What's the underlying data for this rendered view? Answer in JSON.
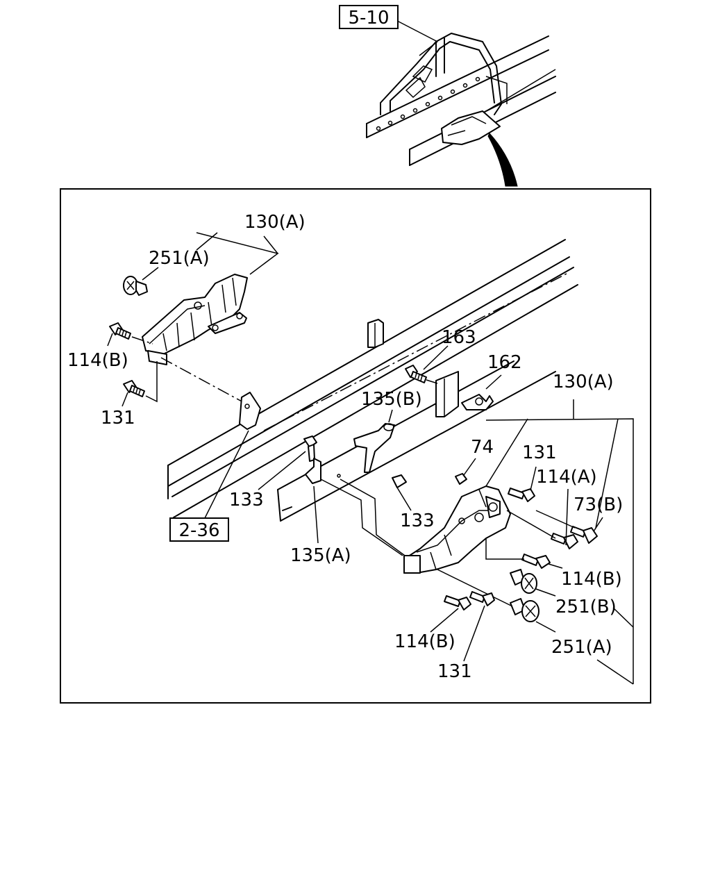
{
  "refs": {
    "ref_5_10": "5-10",
    "ref_2_36": "2-36"
  },
  "labels": {
    "l130a_top": "130(A)",
    "l251a_top": "251(A)",
    "l114b_left": "114(B)",
    "l131_left": "131",
    "l163": "163",
    "l162": "162",
    "l135b": "135(B)",
    "l130a_right": "130(A)",
    "l74": "74",
    "l131_right": "131",
    "l114a": "114(A)",
    "l73b": "73(B)",
    "l133_left": "133",
    "l133_mid": "133",
    "l135a": "135(A)",
    "l114b_right": "114(B)",
    "l251b": "251(B)",
    "l251a_bottom": "251(A)",
    "l114b_bottom": "114(B)",
    "l131_bottom": "131"
  }
}
